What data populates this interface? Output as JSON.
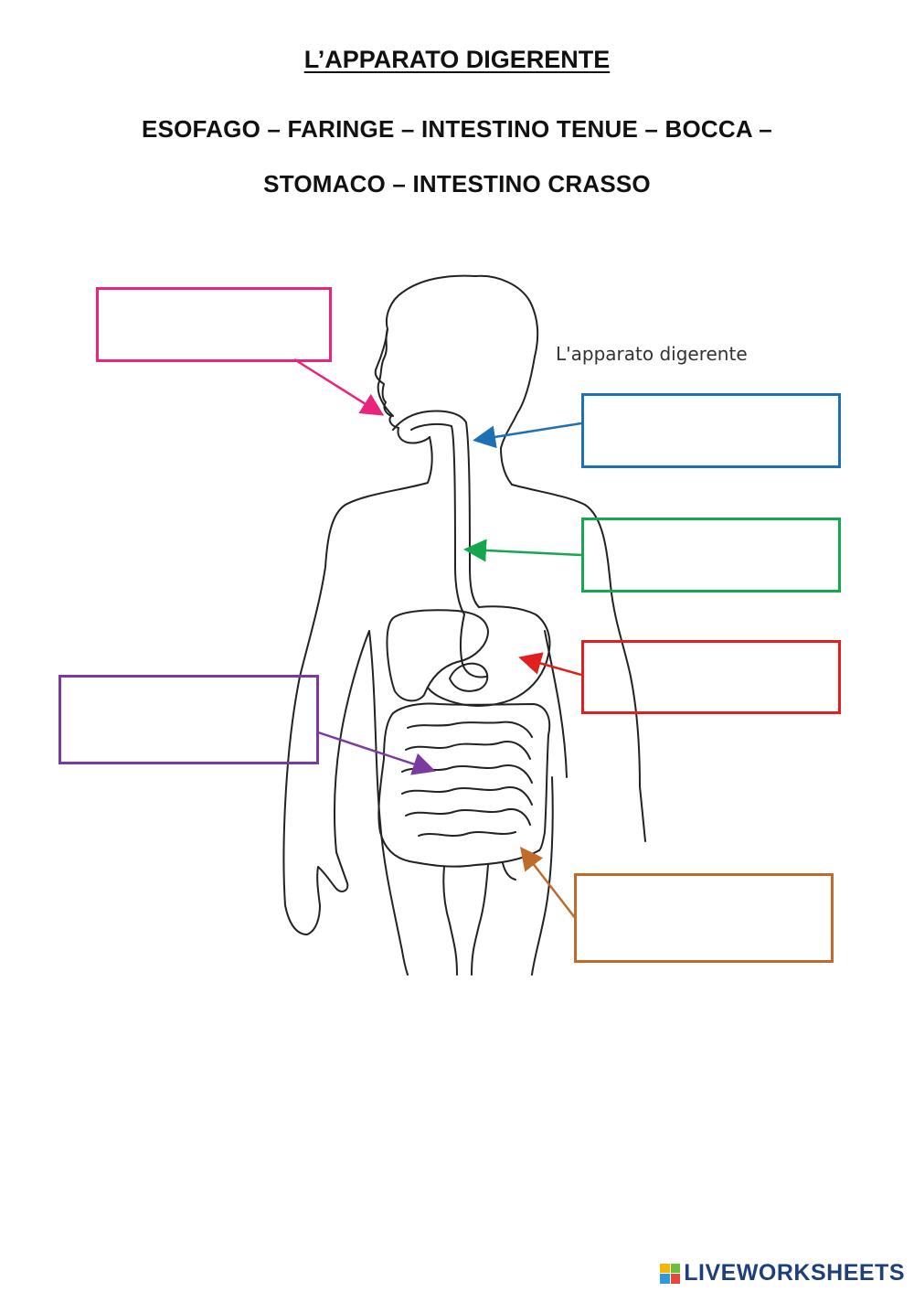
{
  "worksheet": {
    "title": "L’APPARATO DIGERENTE",
    "word_bank_line1": "ESOFAGO – FARINGE – INTESTINO TENUE – BOCCA –",
    "word_bank_line2": "STOMACO – INTESTINO CRASSO",
    "diagram_caption": "L'apparato digerente"
  },
  "answer_boxes": [
    {
      "id": "box-pink",
      "color": "#e8247b",
      "value": ""
    },
    {
      "id": "box-blue",
      "color": "#1f6fb5",
      "value": ""
    },
    {
      "id": "box-green",
      "color": "#16a650",
      "value": ""
    },
    {
      "id": "box-red",
      "color": "#e0201f",
      "value": ""
    },
    {
      "id": "box-purple",
      "color": "#7b3aa0",
      "value": ""
    },
    {
      "id": "box-brown",
      "color": "#c06a2b",
      "value": ""
    }
  ],
  "colors": {
    "outline": "#222222",
    "brand_dark": "#1f3f7a",
    "brand_tiles": [
      "#f2b705",
      "#6bbf3a",
      "#2d9bd8",
      "#e8483c"
    ]
  },
  "brand": {
    "text": "LIVEWORKSHEETS",
    "icon": "liveworksheets-logo-icon"
  }
}
